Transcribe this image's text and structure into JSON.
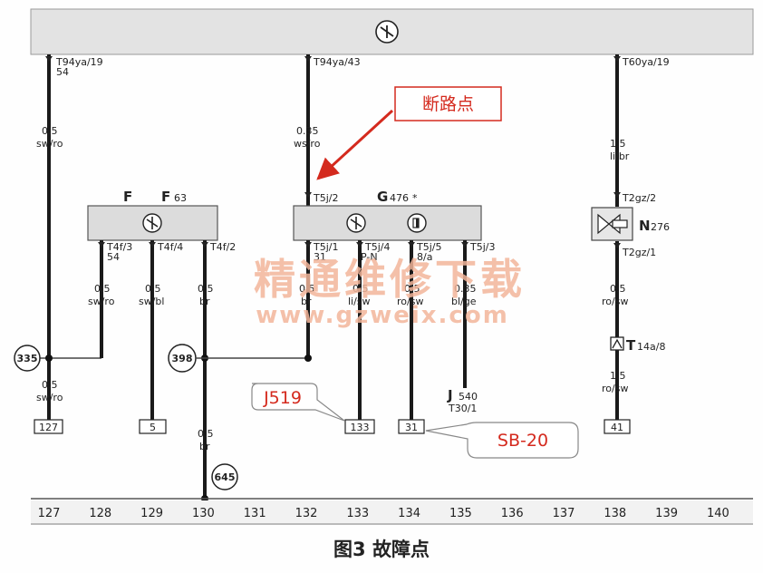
{
  "top_bar": {
    "icon": "ground-symbol"
  },
  "wires": {
    "left_top_conn": "T94ya/19",
    "left_top_pin": "54",
    "left_top_size": "0.5",
    "left_top_color": "sw/ro",
    "mid_top_conn": "T94ya/43",
    "mid_top_size": "0.35",
    "mid_top_color": "ws/ro",
    "right_top_conn": "T60ya/19",
    "right_top_size": "1.5",
    "right_top_color": "li/br",
    "left_bottom_size": "0.5",
    "left_bottom_color": "sw/ro",
    "br2_size": "0.5",
    "br2_color": "br",
    "right_mid_size": "0.5",
    "right_mid_color": "ro/sw",
    "right_bot_size": "1.5",
    "right_bot_color": "ro/sw"
  },
  "component_f": {
    "label_f": "F",
    "label_f63": "F",
    "label_f63_sub": "63",
    "pins": [
      {
        "conn": "T4f/3",
        "extra": "54",
        "size": "0.5",
        "color": "sw/ro"
      },
      {
        "conn": "T4f/4",
        "extra": "",
        "size": "0.5",
        "color": "sw/bl"
      },
      {
        "conn": "T4f/2",
        "extra": "",
        "size": "0.5",
        "color": "br"
      }
    ]
  },
  "component_g": {
    "label": "G",
    "label_sub": "476",
    "label_mark": "*",
    "top_pin": "T5j/2",
    "pins": [
      {
        "conn": "T5j/1",
        "extra": "31",
        "size": "0.5",
        "color": "br"
      },
      {
        "conn": "T5j/4",
        "extra": "P-N",
        "size": "0.5",
        "color": "li/sw"
      },
      {
        "conn": "T5j/5",
        "extra": "8/a",
        "size": "0.5",
        "color": "ro/sw"
      },
      {
        "conn": "T5j/3",
        "extra": "",
        "size": "0.35",
        "color": "bl/ge"
      }
    ]
  },
  "component_n": {
    "top_conn": "T2gz/2",
    "label": "N",
    "label_sub": "276",
    "bot_conn": "T2gz/1"
  },
  "component_t": {
    "label": "T",
    "label_sub": "14a/8"
  },
  "j540": {
    "label": "J",
    "label_sub": "540",
    "pin": "T30/1"
  },
  "circles": {
    "c335": "335",
    "c398": "398",
    "c645": "645"
  },
  "boxes": {
    "b127": "127",
    "b5": "5",
    "b133": "133",
    "b31": "31",
    "b41": "41"
  },
  "callouts": {
    "break_point": "断路点",
    "j519": "J519",
    "sb20": "SB-20"
  },
  "watermark": {
    "line1": "精通维修下载",
    "line2": "www.gzweix.com"
  },
  "columns": [
    "127",
    "128",
    "129",
    "130",
    "131",
    "132",
    "133",
    "134",
    "135",
    "136",
    "137",
    "138",
    "139",
    "140"
  ],
  "caption": "图3 故障点",
  "colors": {
    "wire": "#1a1a1a",
    "callout": "#d42a1e",
    "component_fill": "#dcdcdc",
    "watermark": "#f2b59a"
  }
}
